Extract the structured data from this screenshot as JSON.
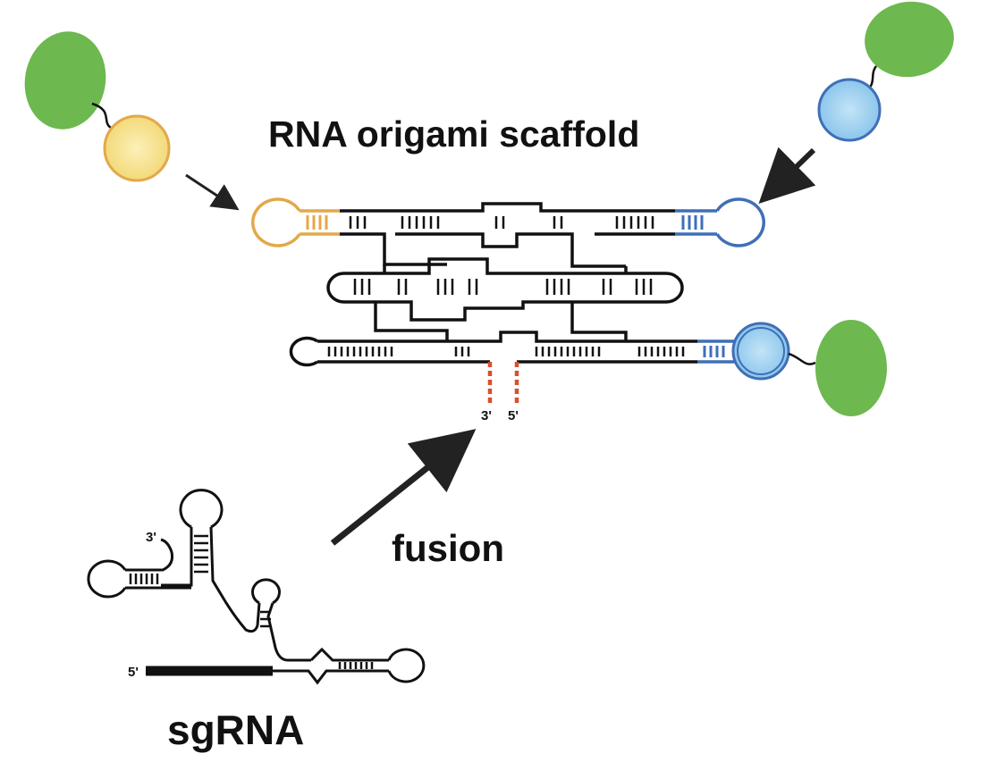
{
  "labels": {
    "scaffold_title": "RNA origami scaffold",
    "fusion": "fusion",
    "sgrna": "sgRNA",
    "scaffold_3prime": "3'",
    "scaffold_5prime": "5'",
    "sgrna_3prime": "3'",
    "sgrna_5prime": "5'"
  },
  "colors": {
    "protein_green": "#6db84f",
    "aptamer_yellow_fill": "#f7e79a",
    "aptamer_yellow_stroke": "#e3a84a",
    "aptamer_blue_fill": "#a9d6f1",
    "aptamer_blue_stroke": "#3f6fb7",
    "fusion_red": "#d9502c",
    "strand_black": "#111111"
  }
}
